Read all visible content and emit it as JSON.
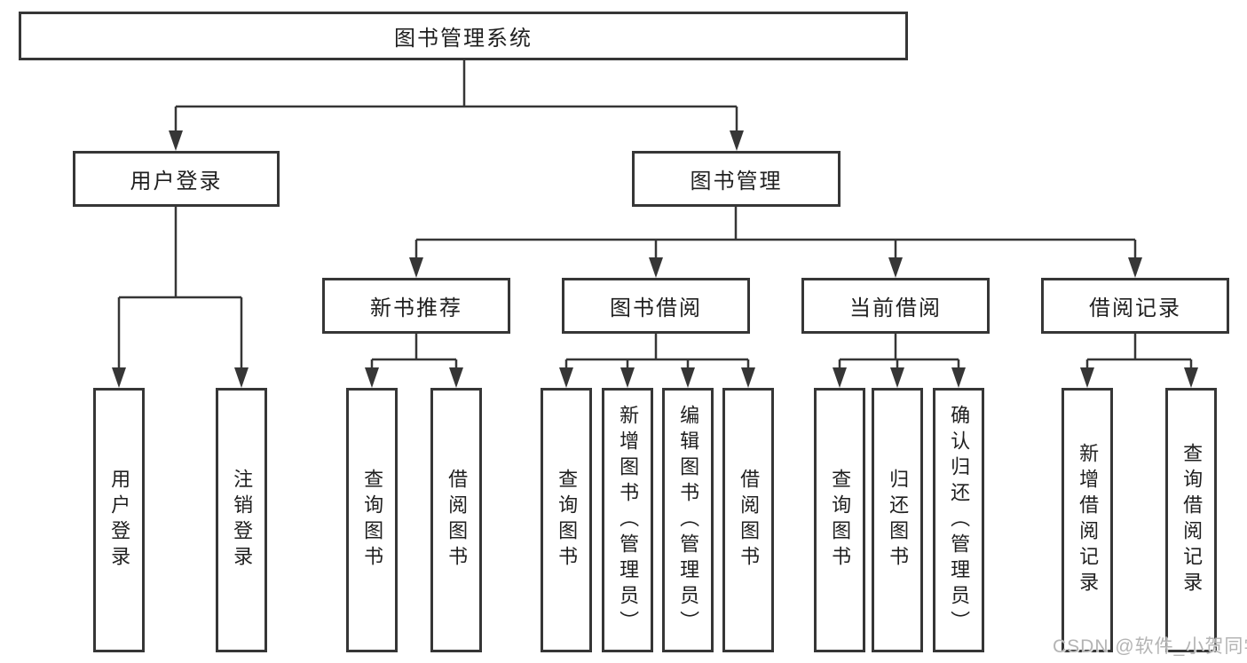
{
  "diagram": {
    "root": {
      "label": "图书管理系统"
    },
    "branches": [
      {
        "label": "用户登录",
        "children": [
          "用户登录",
          "注销登录"
        ]
      },
      {
        "label": "图书管理",
        "children": [
          {
            "label": "新书推荐",
            "children": [
              "查询图书",
              "借阅图书"
            ]
          },
          {
            "label": "图书借阅",
            "children": [
              "查询图书",
              "新增图书（管理员）",
              "编辑图书（管理员）",
              "借阅图书"
            ]
          },
          {
            "label": "当前借阅",
            "children": [
              "查询图书",
              "归还图书",
              "确认归还（管理员）"
            ]
          },
          {
            "label": "借阅记录",
            "children": [
              "新增借阅记录",
              "查询借阅记录"
            ]
          }
        ]
      }
    ]
  },
  "watermark": {
    "text": "CSDN @软件_小贺同学"
  },
  "colors": {
    "line": "#363636",
    "text": "#1f1f1f",
    "watermark": "#b4b4b4",
    "background": "#ffffff"
  }
}
